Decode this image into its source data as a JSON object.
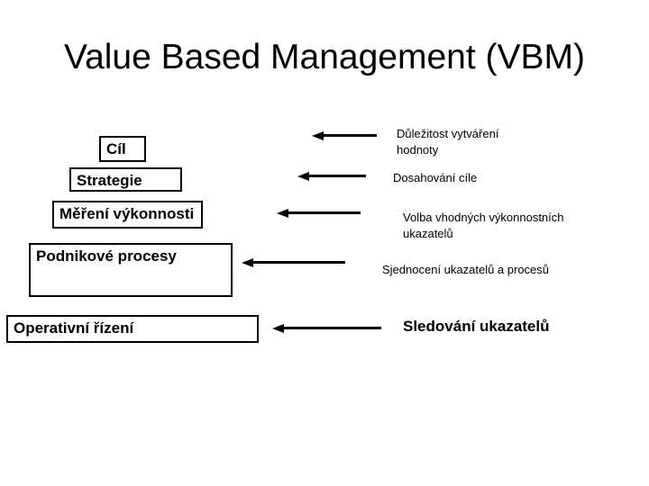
{
  "slide": {
    "title": "Value Based Management (VBM)"
  },
  "pyramid": {
    "levels": [
      {
        "label": "Cíl"
      },
      {
        "label": "Strategie"
      },
      {
        "label": "Měření výkonnosti"
      },
      {
        "label": "Podnikové procesy"
      },
      {
        "label": "Operativní řízení"
      }
    ]
  },
  "annotations": [
    {
      "text": "Důležitost vytváření hodnoty",
      "target": "Cíl"
    },
    {
      "text": "Dosahování cíle",
      "target": "Strategie"
    },
    {
      "text": "Volba vhodných výkonnostních ukazatelů",
      "target": "Měření výkonnosti"
    },
    {
      "text": "Sjednocení ukazatelů a procesů",
      "target": "Podnikové procesy"
    },
    {
      "text": "Sledování ukazatelů",
      "target": "Operativní řízení"
    }
  ],
  "icons": {
    "connector": "left-arrow-icon"
  },
  "colors": {
    "background": "#ffffff",
    "text": "#000000",
    "box_border": "#000000",
    "arrow": "#000000"
  }
}
